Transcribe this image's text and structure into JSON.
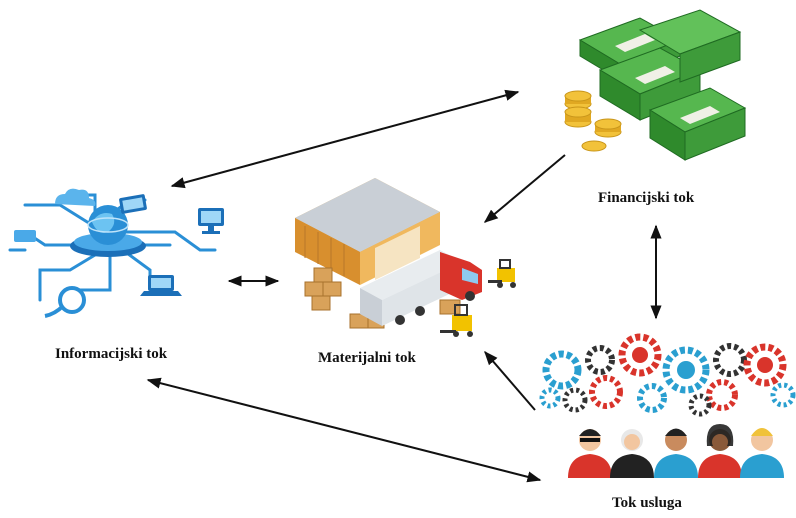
{
  "nodes": {
    "information": {
      "label": "Informacijski tok",
      "icon": "network-devices-icon"
    },
    "material": {
      "label": "Materijalni tok",
      "icon": "warehouse-truck-icon"
    },
    "financial": {
      "label": "Financijski tok",
      "icon": "money-stack-icon"
    },
    "services": {
      "label": "Tok usluga",
      "icon": "people-gears-icon"
    }
  },
  "colors": {
    "arrow": "#111111",
    "money": "#3e9b3a",
    "network": "#2a8fd6",
    "warehouse": "#e9a94b",
    "truck": "#d9342b"
  }
}
